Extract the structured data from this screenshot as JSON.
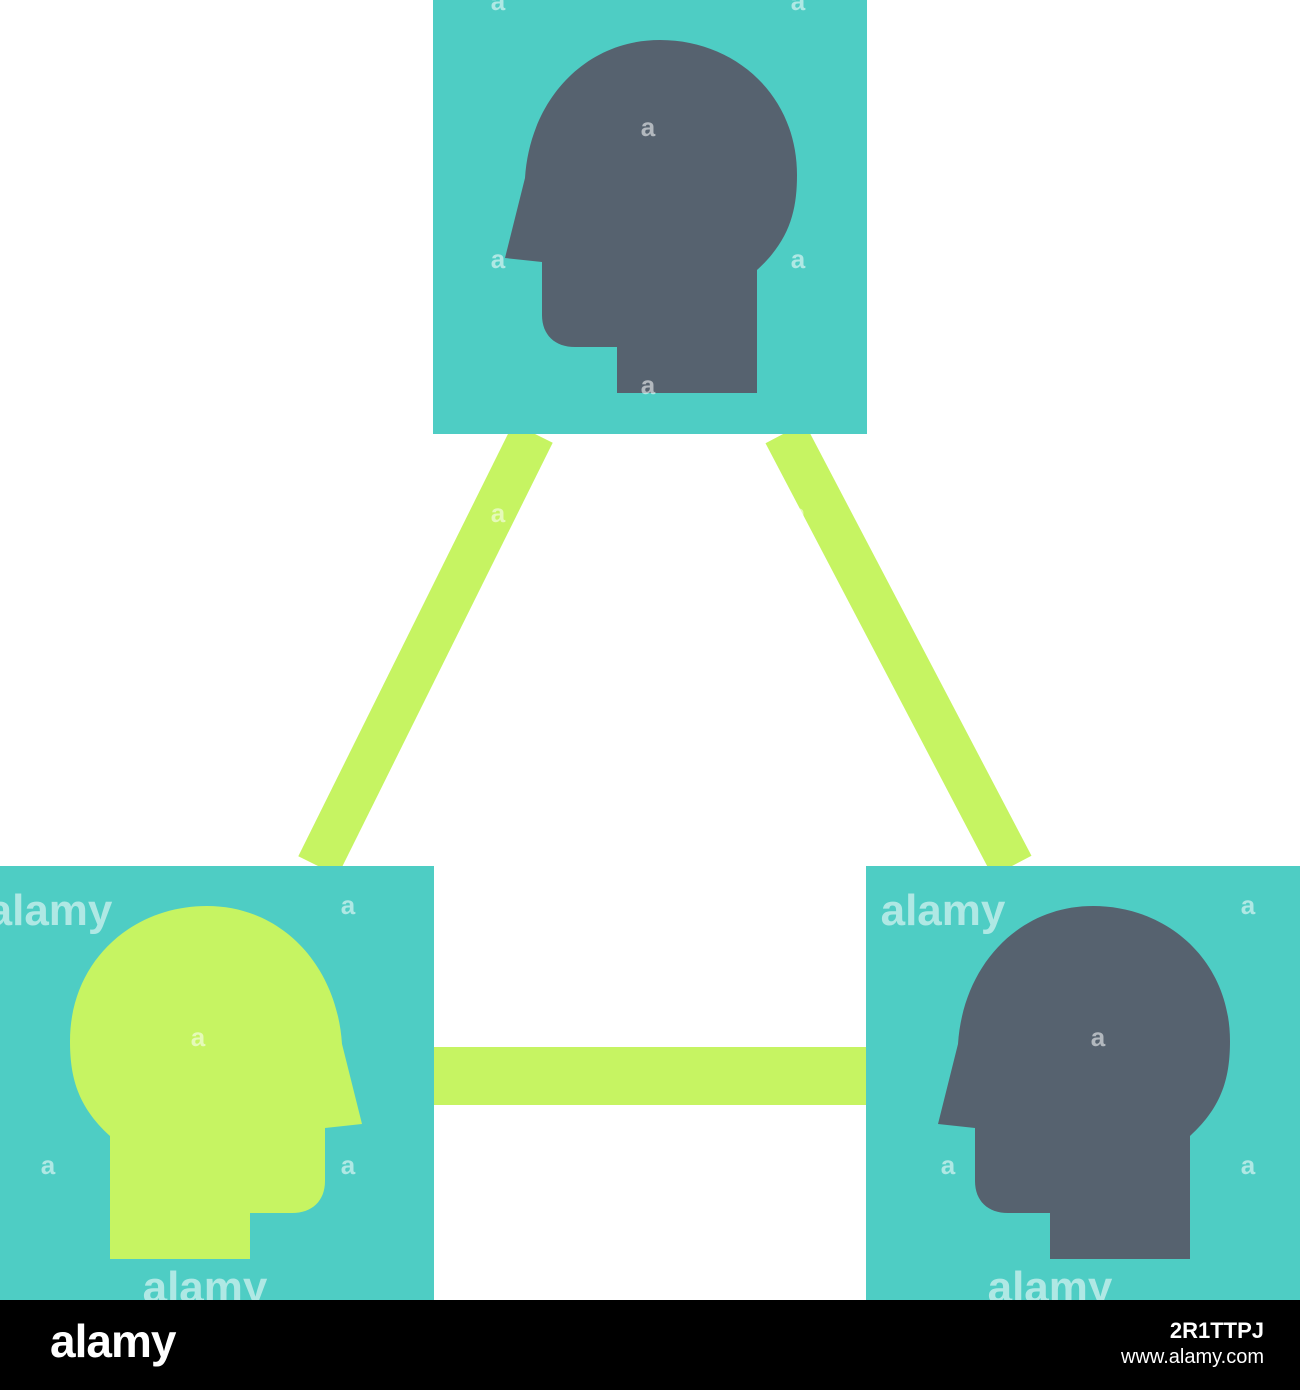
{
  "colors": {
    "background": "#ffffff",
    "node_fill": "#4ecdc4",
    "connector": "#c6f462",
    "head_dark": "#56626f",
    "head_light": "#c6f462",
    "footer_background": "#000000",
    "footer_text": "#ffffff"
  },
  "diagram": {
    "nodes": [
      {
        "id": "top",
        "icon": "head-profile-icon",
        "head_color": "dark"
      },
      {
        "id": "bottom-left",
        "icon": "head-profile-icon",
        "head_color": "light"
      },
      {
        "id": "bottom-right",
        "icon": "head-profile-icon",
        "head_color": "dark"
      }
    ],
    "connections": [
      {
        "from": "top",
        "to": "bottom-left"
      },
      {
        "from": "top",
        "to": "bottom-right"
      },
      {
        "from": "bottom-left",
        "to": "bottom-right"
      }
    ]
  },
  "watermark": {
    "text": "alamy",
    "mark": "a"
  },
  "footer": {
    "brand": "alamy",
    "image_id": "2R1TTPJ",
    "url": "www.alamy.com"
  }
}
